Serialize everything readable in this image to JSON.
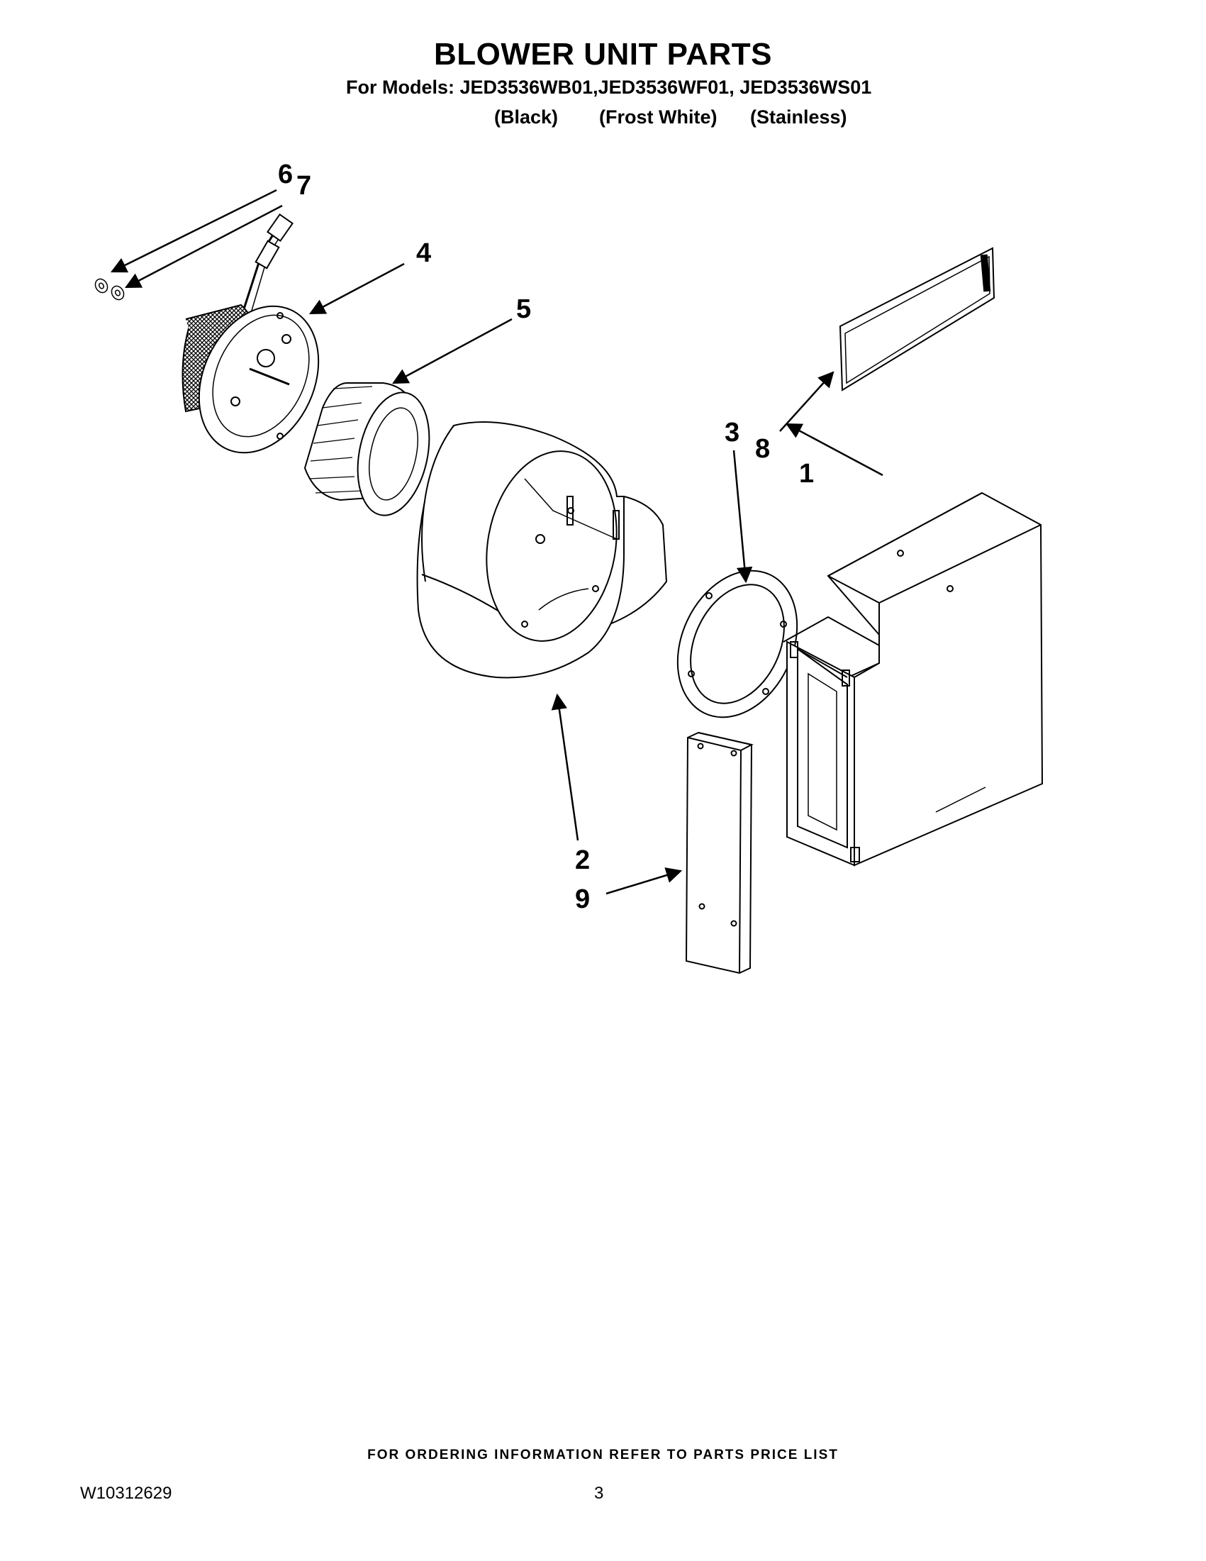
{
  "header": {
    "title": "BLOWER UNIT PARTS",
    "models": "For Models: JED3536WB01,JED3536WF01, JED3536WS01",
    "variants": [
      "(Black)",
      "(Frost White)",
      "(Stainless)"
    ]
  },
  "callouts": {
    "c1": "1",
    "c2": "2",
    "c3": "3",
    "c4": "4",
    "c5": "5",
    "c6": "6",
    "c7": "7",
    "c8": "8",
    "c9": "9"
  },
  "footer": {
    "note": "FOR ORDERING INFORMATION REFER TO PARTS PRICE LIST",
    "doc_number": "W10312629",
    "page_number": "3"
  }
}
